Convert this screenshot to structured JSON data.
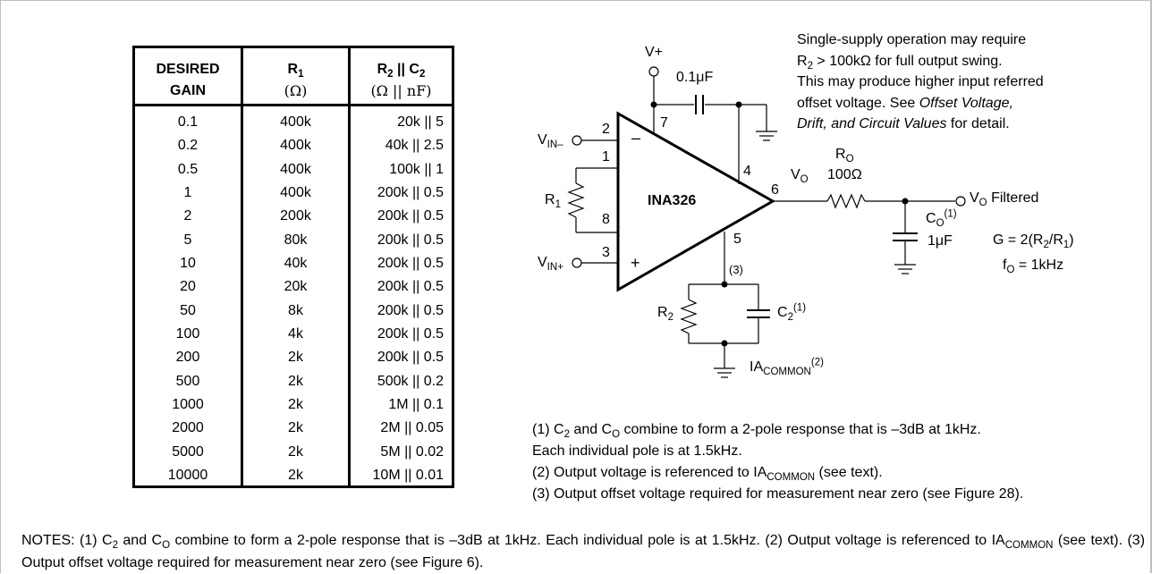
{
  "table": {
    "headers": {
      "gain_line1": "DESIRED",
      "gain_line2": "GAIN",
      "r1_base": "R",
      "r1_sub": "1",
      "r1_units": "(Ω)",
      "r2c2_r": "R",
      "r2c2_r_sub": "2",
      "r2c2_sep": " || C",
      "r2c2_c_sub": "2",
      "r2c2_units": "(Ω || nF)"
    },
    "gain": [
      "0.1",
      "0.2",
      "0.5",
      "1",
      "2",
      "5",
      "10",
      "20",
      "50",
      "100",
      "200",
      "500",
      "1000",
      "2000",
      "5000",
      "10000"
    ],
    "r1": [
      "400k",
      "400k",
      "400k",
      "400k",
      "200k",
      "80k",
      "40k",
      "20k",
      "8k",
      "4k",
      "2k",
      "2k",
      "2k",
      "2k",
      "2k",
      "2k"
    ],
    "r2c2": [
      "20k || 5",
      "40k || 2.5",
      "100k || 1",
      "200k || 0.5",
      "200k || 0.5",
      "200k || 0.5",
      "200k || 0.5",
      "200k || 0.5",
      "200k || 0.5",
      "200k || 0.5",
      "200k || 0.5",
      "500k || 0.2",
      "1M || 0.1",
      "2M || 0.05",
      "5M || 0.02",
      "10M || 0.01"
    ]
  },
  "circuit": {
    "vplus": "V+",
    "cap_value": "0.1μF",
    "vin_minus_base": "V",
    "vin_minus_sub": "IN–",
    "vin_plus_base": "V",
    "vin_plus_sub": "IN+",
    "r1_base": "R",
    "r1_sub": "1",
    "r2_base": "R",
    "r2_sub": "2",
    "c2_base": "C",
    "c2_sub": "2",
    "c2_sup": "(1)",
    "chip": "INA326",
    "pins": {
      "p2": "2",
      "p1": "1",
      "p7": "7",
      "p8": "8",
      "p3": "3",
      "p4": "4",
      "p6": "6",
      "p5": "5"
    },
    "minus_sign": "–",
    "plus_sign": "+",
    "pin5_note": "(3)",
    "vo_base": "V",
    "vo_sub": "O",
    "ro_base": "R",
    "ro_sub": "O",
    "ro_value": "100Ω",
    "vo_filtered_base": "V",
    "vo_filtered_sub": "O",
    "vo_filtered_text": " Filtered",
    "co_base": "C",
    "co_sub": "O",
    "co_sup": "(1)",
    "co_value": "1μF",
    "gain_formula_a": "G = 2(R",
    "gain_formula_sub1": "2",
    "gain_formula_b": "/R",
    "gain_formula_sub2": "1",
    "gain_formula_c": ")",
    "fo_base": "f",
    "fo_sub": "O",
    "fo_rest": " = 1kHz",
    "ia_base": "IA",
    "ia_sub": "COMMON",
    "ia_sup": "(2)"
  },
  "single_supply_note": {
    "line1": "Single-supply operation may require",
    "line2_a": "R",
    "line2_sub": "2",
    "line2_b": " > 100kΩ for full output swing.",
    "line3": "This may produce higher input referred",
    "line4_a": "offset voltage. See ",
    "line4_italic": "Offset Voltage,",
    "line5_italic": "Drift, and Circuit Values",
    "line5_b": " for detail."
  },
  "footnotes": {
    "f1_a": "(1) C",
    "f1_sub1": "2",
    "f1_b": " and C",
    "f1_sub2": "O",
    "f1_c": " combine to form a 2-pole response that is –3dB at 1kHz.",
    "f1_line2": "Each individual pole is at 1.5kHz.",
    "f2_a": "(2) Output voltage is referenced to IA",
    "f2_sub": "COMMON",
    "f2_b": " (see text).",
    "f3": "(3) Output offset voltage required for measurement near zero (see Figure 28)."
  },
  "notes": {
    "a": "NOTES: (1) C",
    "sub1": "2",
    "b": " and C",
    "sub2": "O",
    "c": " combine to form a 2-pole response that is –3dB at 1kHz. Each individual pole is at 1.5kHz. (2) Output voltage is referenced to IA",
    "sub3": "COMMON",
    "d": " (see text). (3) Output offset voltage required for measurement near zero (see Figure 6)."
  }
}
